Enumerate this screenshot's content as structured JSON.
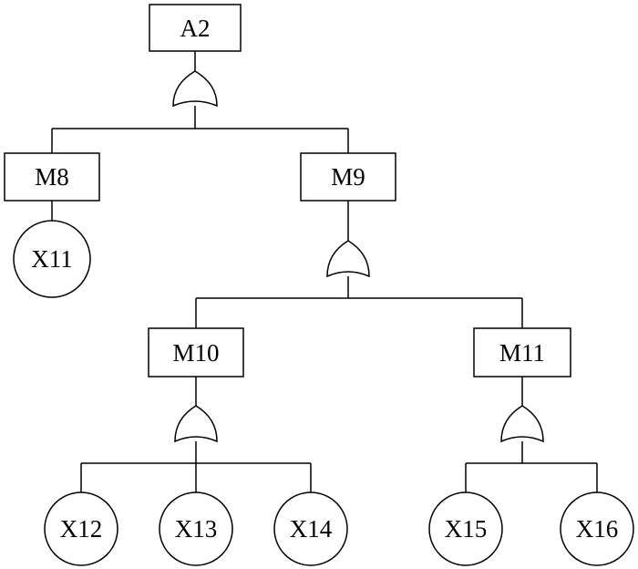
{
  "fault_tree": {
    "top_event": {
      "label": "A2",
      "gate": "or-gate-icon"
    },
    "intermediate_events": {
      "m8": {
        "label": "M8"
      },
      "m9": {
        "label": "M9",
        "gate": "or-gate-icon"
      },
      "m10": {
        "label": "M10",
        "gate": "or-gate-icon"
      },
      "m11": {
        "label": "M11",
        "gate": "or-gate-icon"
      }
    },
    "basic_events": {
      "x11": {
        "label": "X11"
      },
      "x12": {
        "label": "X12"
      },
      "x13": {
        "label": "X13"
      },
      "x14": {
        "label": "X14"
      },
      "x15": {
        "label": "X15"
      },
      "x16": {
        "label": "X16"
      }
    },
    "colors": {
      "stroke": "#000000",
      "fill": "#ffffff"
    }
  }
}
